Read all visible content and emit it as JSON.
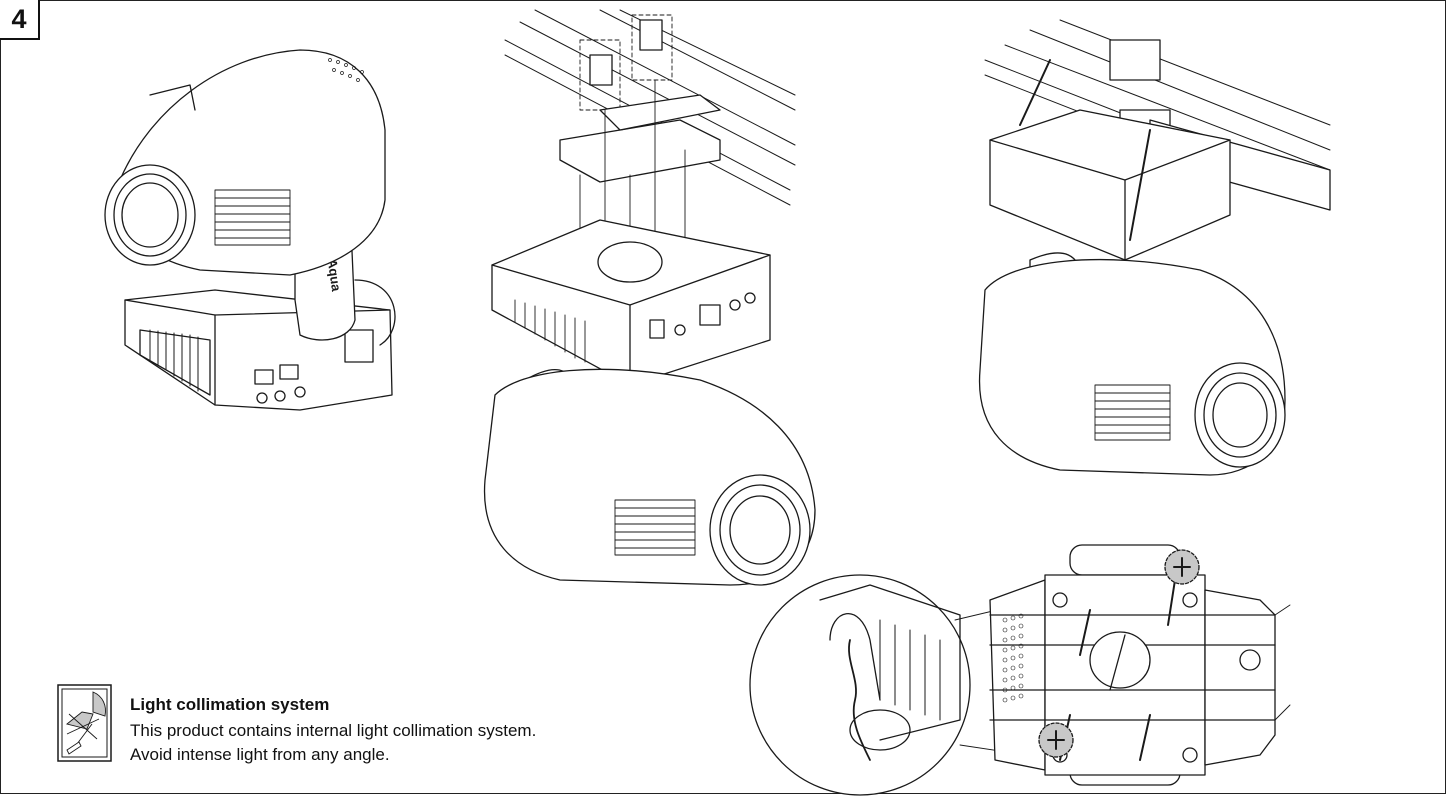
{
  "step_number": "4",
  "fixture_label": "Arolla Aqua",
  "colors": {
    "line": "#1a1a1a",
    "highlight": "#c8c8c8"
  },
  "notice": {
    "icon": "light-collimation-warning-icon",
    "title": "Light collimation system",
    "line1": "This product contains internal light collimation system.",
    "line2": "Avoid intense light from any angle."
  }
}
